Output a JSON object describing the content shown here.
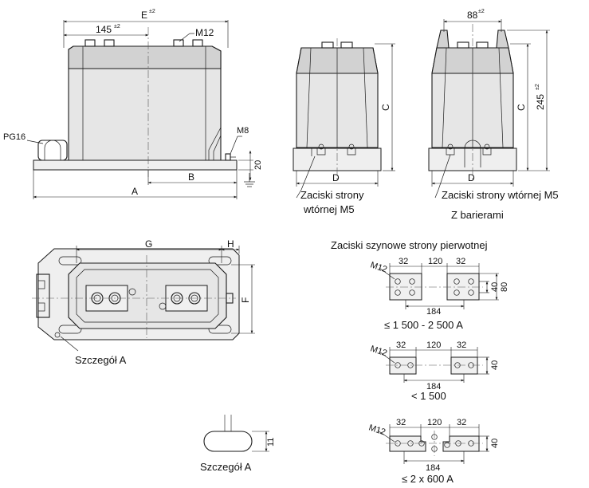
{
  "front_view": {
    "dim_E": "E",
    "tol_E": "±2",
    "dim_145": "145",
    "tol_145": "±2",
    "thread_top": "M12",
    "gland": "PG16",
    "thread_earth": "M8",
    "dim_20": "20",
    "dim_B": "B",
    "dim_A": "A"
  },
  "side_view_1": {
    "dim_C": "C",
    "dim_D": "D",
    "callout_line1": "Zaciski strony",
    "callout_line2": "wtórnej M5"
  },
  "side_view_2": {
    "dim_88": "88",
    "tol_88": "±2",
    "dim_C": "C",
    "dim_245": "245",
    "tol_245": "±2",
    "dim_D": "D",
    "callout_line1": "Zaciski strony wtórnej M5",
    "callout_line2": "Z barierami"
  },
  "plan_view": {
    "dim_G": "G",
    "dim_H": "H",
    "dim_F": "F",
    "detail_callout": "Szczegół A"
  },
  "detail_a": {
    "dim_11": "11",
    "caption": "Szczegół A"
  },
  "primary_terminals": {
    "title": "Zaciski szynowe strony pierwotnej",
    "variants": [
      {
        "thread": "M12",
        "d1": "32",
        "d2": "120",
        "d3": "32",
        "h1": "40",
        "h2": "80",
        "span": "184",
        "rating": "≤ 1 500 - 2 500 A"
      },
      {
        "thread": "M12",
        "d1": "32",
        "d2": "120",
        "d3": "32",
        "h1": "40",
        "span": "184",
        "rating": "< 1 500"
      },
      {
        "thread": "M12",
        "d1": "32",
        "d2": "120",
        "d3": "32",
        "h1": "40",
        "span": "184",
        "rating": "≤ 2 x 600 A"
      }
    ]
  }
}
